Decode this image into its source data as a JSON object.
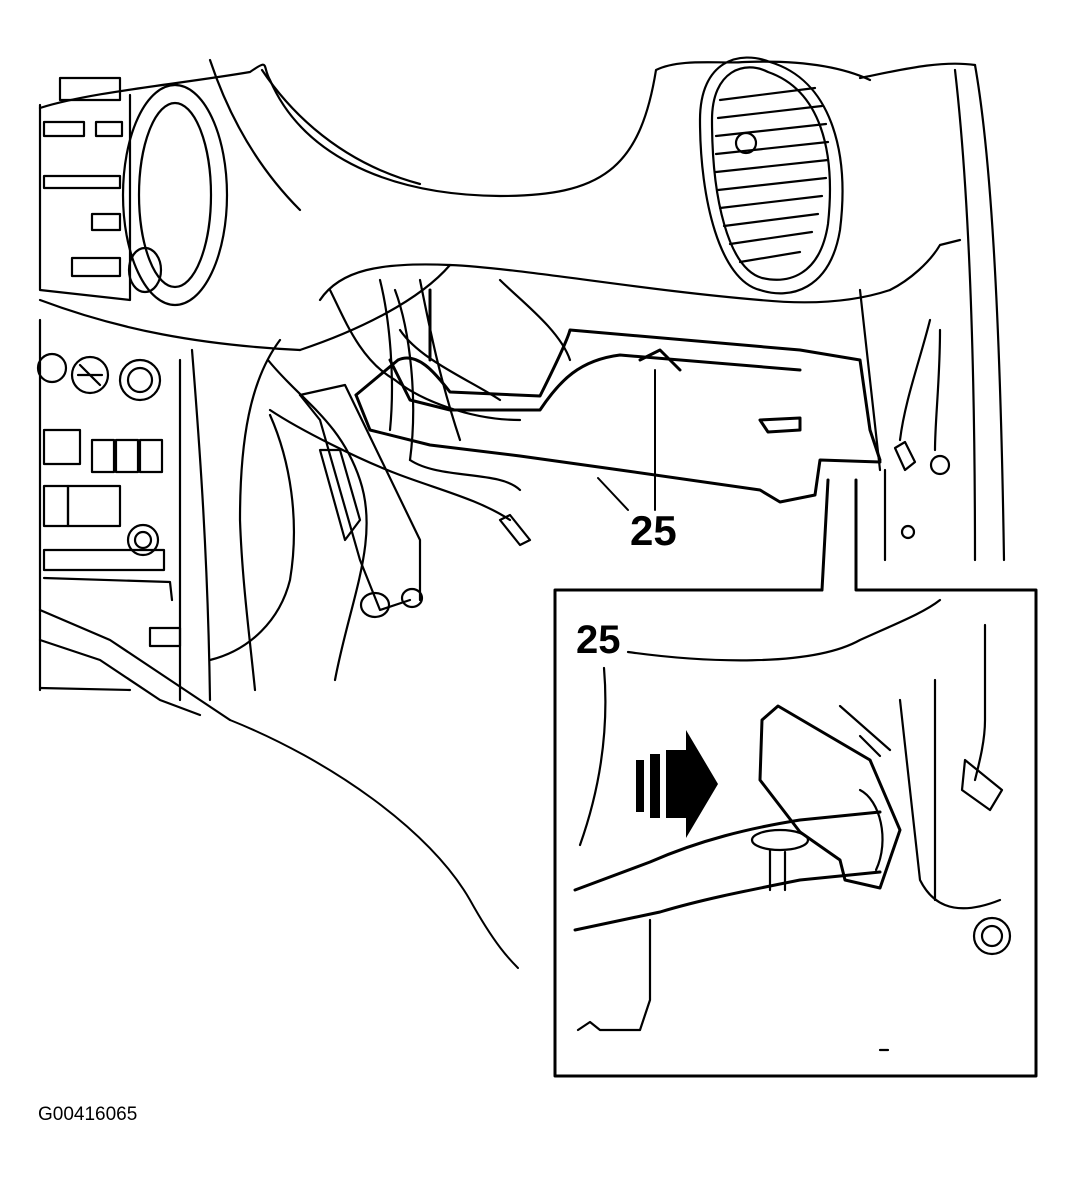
{
  "figure": {
    "callout_main": "25",
    "callout_inset": "25",
    "figure_id": "G00416065"
  },
  "colors": {
    "line": "#000000",
    "background": "#ffffff"
  },
  "icons": {
    "direction_arrow": "arrow-right-icon"
  }
}
